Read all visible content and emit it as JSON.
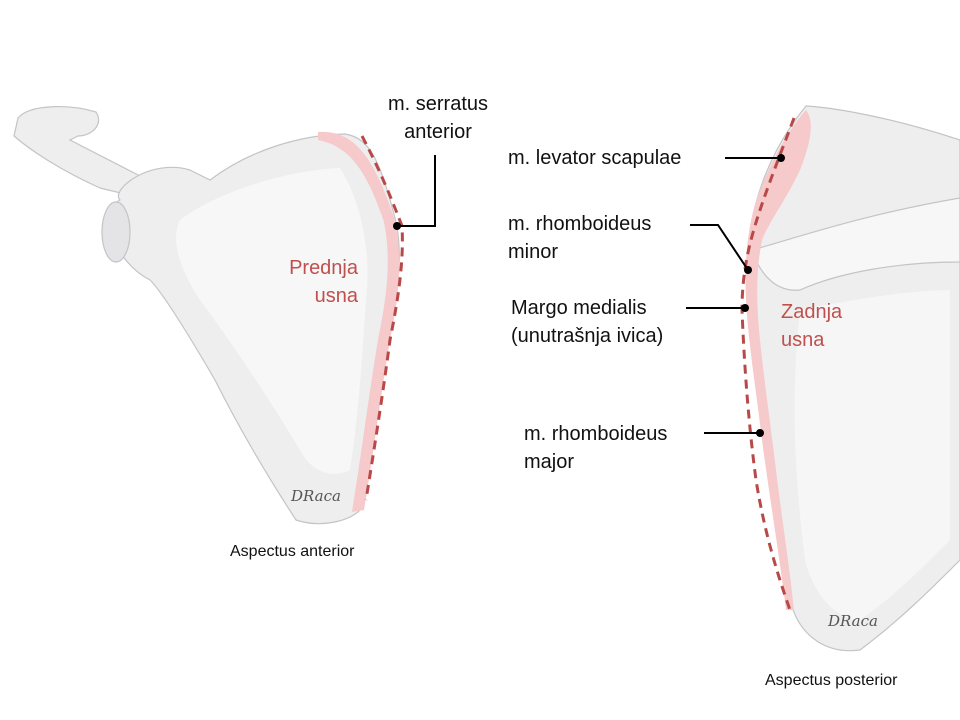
{
  "colors": {
    "bone": "#eeeeef",
    "bone_shadow": "#dcdcde",
    "outline": "#b8b8bc",
    "lip": "#f6c9ca",
    "dash": "#b74a48",
    "label_red": "#c0504d"
  },
  "anterior": {
    "caption": "Aspectus anterior",
    "lip_label_1": "Prednja",
    "lip_label_2": "usna",
    "serratus_1": "m. serratus",
    "serratus_2": "anterior"
  },
  "posterior": {
    "caption": "Aspectus posterior",
    "lip_label_1": "Zadnja",
    "lip_label_2": "usna",
    "levator": "m. levator scapulae",
    "rh_minor_1": "m. rhomboideus",
    "rh_minor_2": "minor",
    "margo_1": "Margo medialis",
    "margo_2": "(unutrašnja ivica)",
    "rh_major_1": "m. rhomboideus",
    "rh_major_2": "major"
  },
  "signature": "DRaca"
}
